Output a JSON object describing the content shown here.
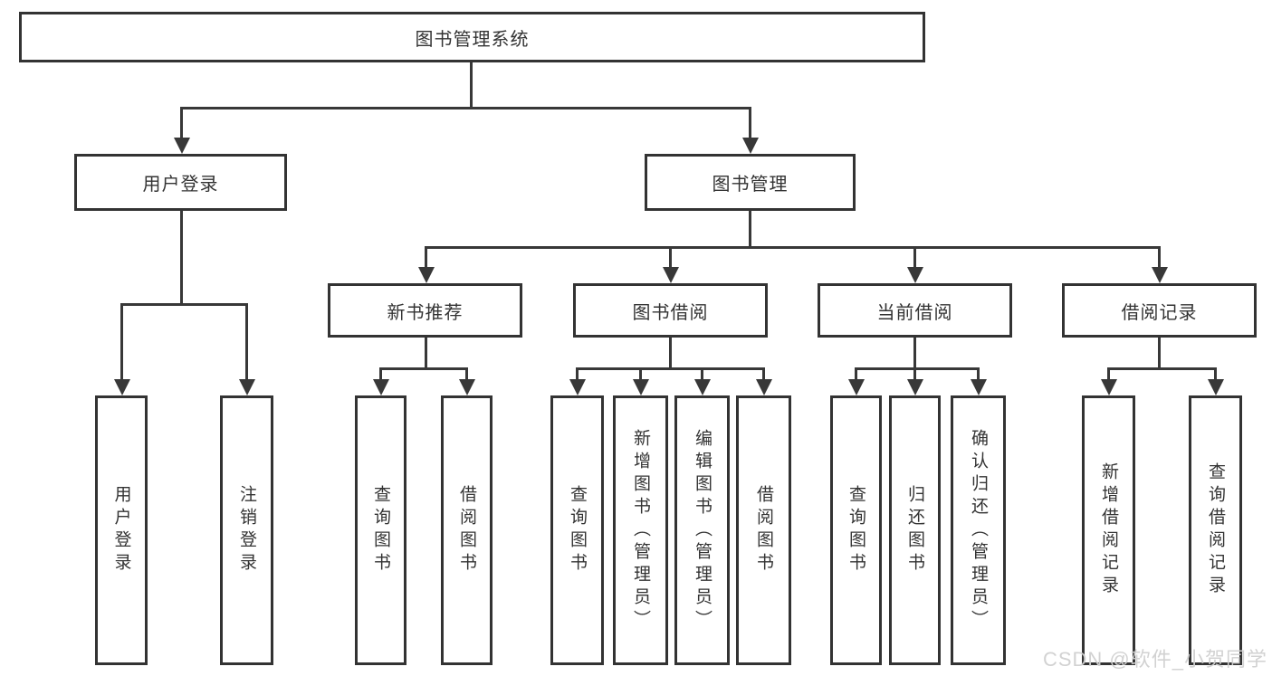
{
  "tree": {
    "root": {
      "label": "图书管理系统"
    },
    "branches": [
      {
        "label": "用户登录",
        "children": [
          {
            "label": "用户登录"
          },
          {
            "label": "注销登录"
          }
        ]
      },
      {
        "label": "图书管理",
        "children": [
          {
            "label": "新书推荐",
            "children": [
              {
                "label": "查询图书"
              },
              {
                "label": "借阅图书"
              }
            ]
          },
          {
            "label": "图书借阅",
            "children": [
              {
                "label": "查询图书"
              },
              {
                "label": "新增图书（管理员）"
              },
              {
                "label": "编辑图书（管理员）"
              },
              {
                "label": "借阅图书"
              }
            ]
          },
          {
            "label": "当前借阅",
            "children": [
              {
                "label": "查询图书"
              },
              {
                "label": "归还图书"
              },
              {
                "label": "确认归还（管理员）"
              }
            ]
          },
          {
            "label": "借阅记录",
            "children": [
              {
                "label": "新增借阅记录"
              },
              {
                "label": "查询借阅记录"
              }
            ]
          }
        ]
      }
    ]
  },
  "watermark": {
    "text": "CSDN @软件_小贺同学"
  },
  "colors": {
    "line": "#383838",
    "text": "#333333",
    "box_fill": "#ffffff",
    "watermark": "#d0d0d0"
  }
}
